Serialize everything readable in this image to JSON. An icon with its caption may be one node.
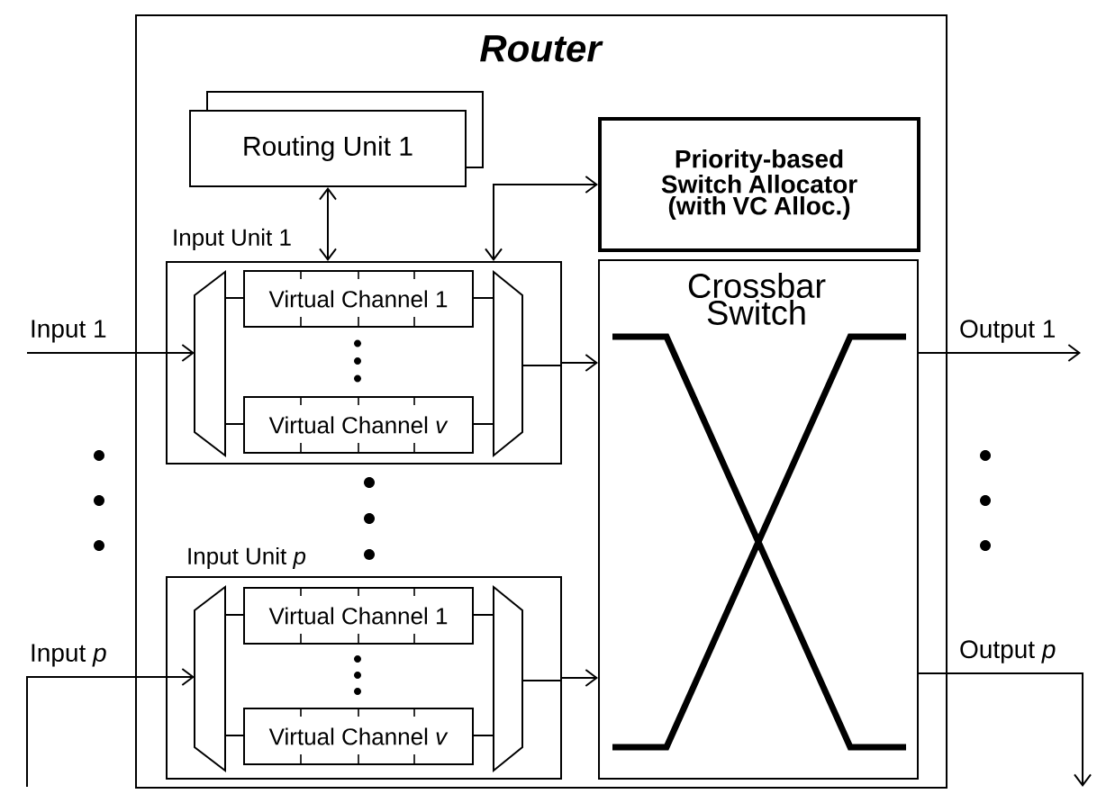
{
  "diagram": {
    "nodes": [
      {
        "text": [
          "Router"
        ]
      },
      {
        "text": [
          "Routing Unit 1"
        ],
        "in": 0
      },
      {
        "text": [
          "Priority-based Switch Allocator (with VC Alloc.)"
        ],
        "in": 0
      },
      {
        "text": [
          "Input Unit 1"
        ],
        "in": 0
      },
      {
        "text": [
          "Virtual Channel 1"
        ],
        "in": 3
      },
      {
        "text": [
          "Virtual Channel *v*"
        ],
        "in": 3
      },
      {
        "text": [
          "Input Unit *p*"
        ],
        "in": 0
      },
      {
        "text": [
          "Virtual Channel 1"
        ],
        "in": 6
      },
      {
        "text": [
          "Virtual Channel *v*"
        ],
        "in": 6
      },
      {
        "text": [
          "Crossbar Switch"
        ],
        "in": 0
      }
    ],
    "edges": [
      {
        "from": null,
        "to": 3,
        "arrow": "to",
        "label": "Input 1"
      },
      {
        "from": null,
        "to": 6,
        "arrow": "to",
        "label": "Input *p*"
      },
      {
        "from": 1,
        "to": 3,
        "arrow": "both"
      },
      {
        "from": 3,
        "to": 2,
        "arrow": "both"
      },
      {
        "from": 3,
        "to": 9,
        "arrow": "to"
      },
      {
        "from": 6,
        "to": 9,
        "arrow": "to"
      },
      {
        "from": 9,
        "to": null,
        "arrow": "to",
        "label": "Output 1"
      },
      {
        "from": 9,
        "to": null,
        "arrow": "to",
        "label": "Output *p*"
      }
    ]
  }
}
